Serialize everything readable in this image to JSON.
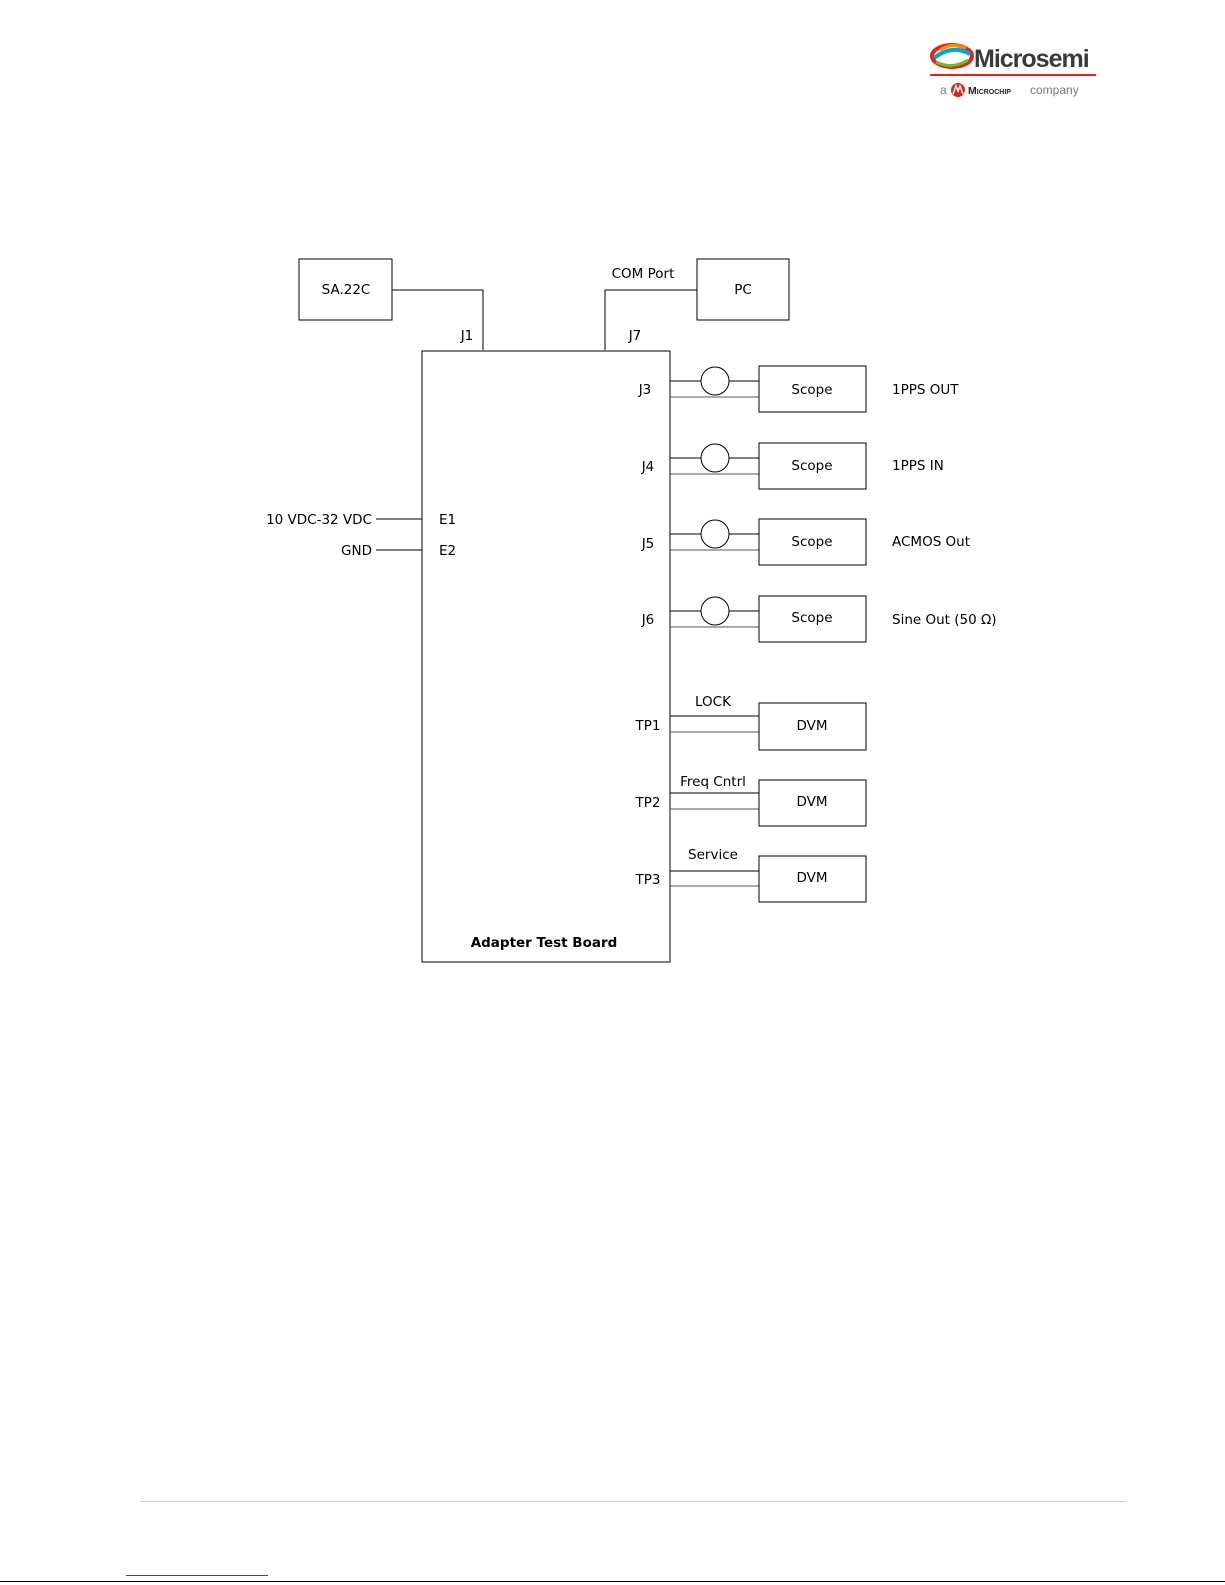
{
  "logo": {
    "brand": "Microsemi",
    "tagline_prefix": "a",
    "tagline_brand": "Microchip",
    "tagline_suffix": "company",
    "colors": {
      "red": "#e2231a",
      "blue": "#00a3e0",
      "green": "#76b82a",
      "orange": "#f39200",
      "text": "#3a3a3a"
    }
  },
  "diagram": {
    "sa22c_label": "SA.22C",
    "pc_label": "PC",
    "com_port_label": "COM Port",
    "j1_label": "J1",
    "j7_label": "J7",
    "board_label": "Adapter Test Board",
    "power_label": "10 VDC-32 VDC",
    "gnd_label": "GND",
    "e1_label": "E1",
    "e2_label": "E2",
    "scope_rows": [
      {
        "connector": "J3",
        "instrument": "Scope",
        "signal": "1PPS OUT"
      },
      {
        "connector": "J4",
        "instrument": "Scope",
        "signal": "1PPS IN"
      },
      {
        "connector": "J5",
        "instrument": "Scope",
        "signal": "ACMOS Out"
      },
      {
        "connector": "J6",
        "instrument": "Scope",
        "signal": "Sine Out (50 Ω)"
      }
    ],
    "dvm_rows": [
      {
        "connector": "TP1",
        "instrument": "DVM",
        "signal": "LOCK"
      },
      {
        "connector": "TP2",
        "instrument": "DVM",
        "signal": "Freq Cntrl"
      },
      {
        "connector": "TP3",
        "instrument": "DVM",
        "signal": "Service"
      }
    ]
  }
}
